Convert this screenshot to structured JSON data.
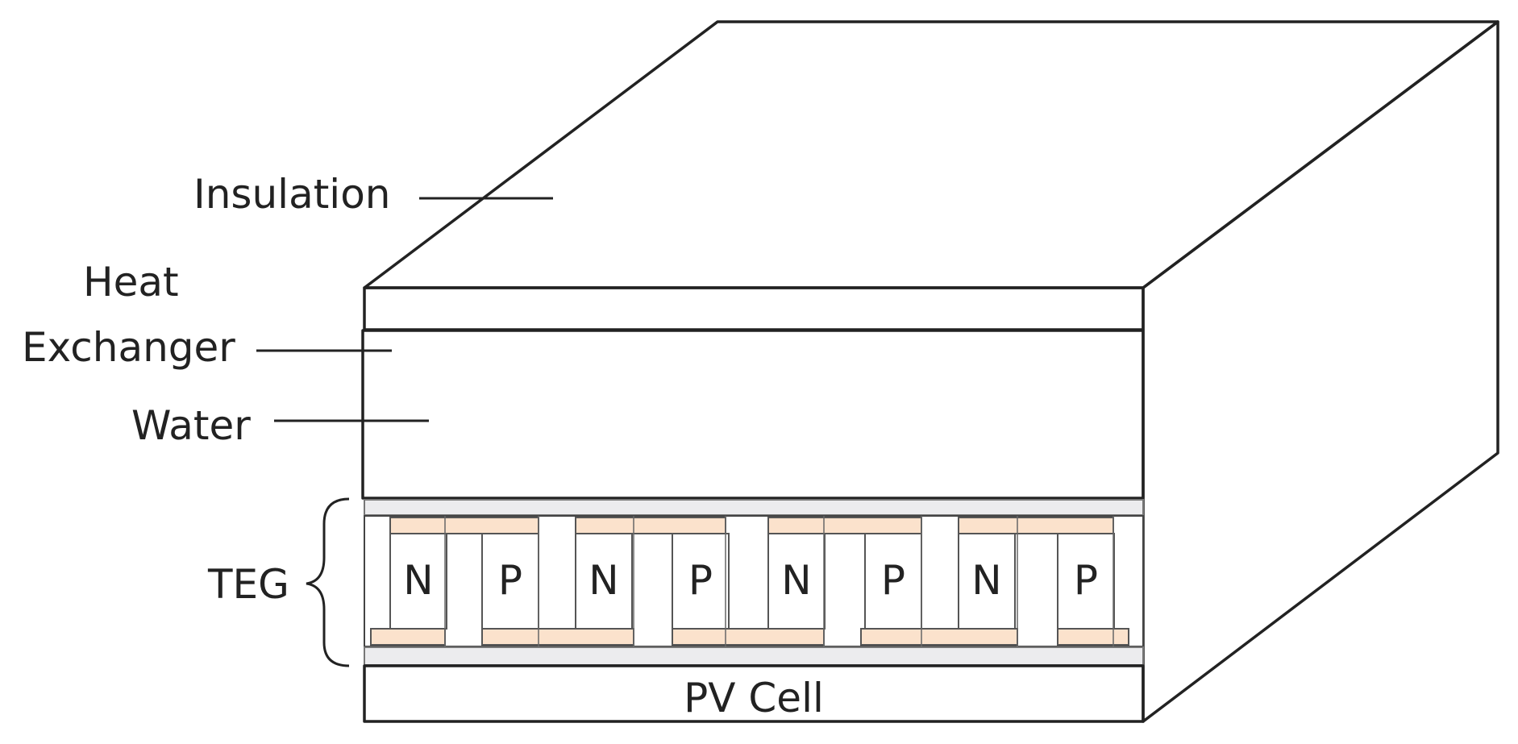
{
  "labels": {
    "insulation": "Insulation",
    "heat": "Heat",
    "exchanger": "Exchanger",
    "water": "Water",
    "teg": "TEG",
    "pv_cell": "PV Cell"
  },
  "teg_legs": [
    "N",
    "P",
    "N",
    "P",
    "N",
    "P",
    "N",
    "P"
  ],
  "colors": {
    "outline": "#222222",
    "heat_exchanger": "#d9d9db",
    "water": "#ffffff",
    "teg_plate": "#ececee",
    "electrode": "#fbe2cc",
    "pv_cell": "#b7cfe3"
  }
}
